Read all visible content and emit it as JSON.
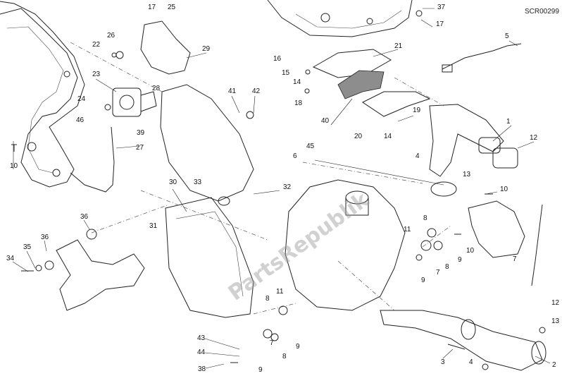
{
  "diagram": {
    "code": "SCR00299",
    "watermark": "PartsRepublik",
    "callouts": [
      "1",
      "2",
      "3",
      "4",
      "5",
      "6",
      "7",
      "8",
      "9",
      "10",
      "11",
      "12",
      "13",
      "14",
      "15",
      "16",
      "17",
      "18",
      "19",
      "20",
      "21",
      "22",
      "23",
      "24",
      "25",
      "26",
      "27",
      "28",
      "29",
      "30",
      "31",
      "32",
      "33",
      "34",
      "35",
      "36",
      "37",
      "38",
      "39",
      "40",
      "41",
      "42",
      "43",
      "44",
      "45",
      "46"
    ]
  }
}
